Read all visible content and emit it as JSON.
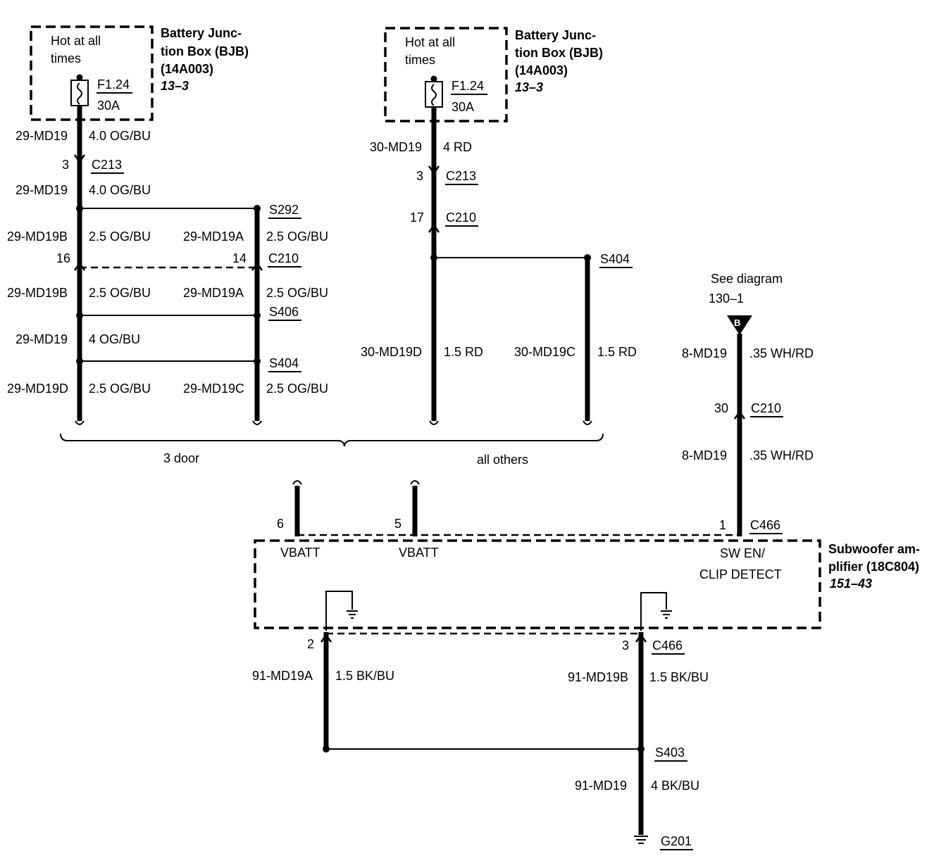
{
  "bjb_left": {
    "hot_line1": "Hot at all",
    "hot_line2": "times",
    "name_line1": "Battery Junc-",
    "name_line2": "tion Box (BJB)",
    "part": "(14A003)",
    "ref": "13–3",
    "fuse": "F1.24",
    "amps": "30A"
  },
  "bjb_right": {
    "hot_line1": "Hot at all",
    "hot_line2": "times",
    "name_line1": "Battery Junc-",
    "name_line2": "tion Box (BJB)",
    "part": "(14A003)",
    "ref": "13–3",
    "fuse": "F1.24",
    "amps": "30A"
  },
  "left_circuit": {
    "w1_id": "29-MD19",
    "w1_spec": "4.0 OG/BU",
    "c213_pin": "3",
    "c213": "C213",
    "w2_id": "29-MD19",
    "w2_spec": "4.0 OG/BU",
    "s292": "S292",
    "w3b_id": "29-MD19B",
    "w3b_spec": "2.5 OG/BU",
    "w3a_id": "29-MD19A",
    "w3a_spec": "2.5 OG/BU",
    "c210_pin_left": "16",
    "c210_pin_right": "14",
    "c210": "C210",
    "w4b_id": "29-MD19B",
    "w4b_spec": "2.5 OG/BU",
    "w4a_id": "29-MD19A",
    "w4a_spec": "2.5 OG/BU",
    "s406": "S406",
    "w5_id": "29-MD19",
    "w5_spec": "4 OG/BU",
    "s404": "S404",
    "w6d_id": "29-MD19D",
    "w6d_spec": "2.5 OG/BU",
    "w6c_id": "29-MD19C",
    "w6c_spec": "2.5 OG/BU"
  },
  "right_circuit": {
    "w1_id": "30-MD19",
    "w1_spec": "4 RD",
    "c213_pin": "3",
    "c213": "C213",
    "c210_pin": "17",
    "c210": "C210",
    "s404": "S404",
    "wd_id": "30-MD19D",
    "wd_spec": "1.5 RD",
    "wc_id": "30-MD19C",
    "wc_spec": "1.5 RD"
  },
  "variants": {
    "left": "3 door",
    "right": "all others"
  },
  "sw_enable": {
    "see_line1": "See diagram",
    "see_line2": "130–1",
    "connector_letter": "B",
    "w1_id": "8-MD19",
    "w1_spec": ".35 WH/RD",
    "c210_pin": "30",
    "c210": "C210",
    "w2_id": "8-MD19",
    "w2_spec": ".35 WH/RD"
  },
  "amplifier": {
    "pin6": "6",
    "pin5": "5",
    "pin1": "1",
    "c466": "C466",
    "vbatt1": "VBATT",
    "vbatt2": "VBATT",
    "sw_line1": "SW EN/",
    "sw_line2": "CLIP DETECT",
    "name_line1": "Subwoofer am-",
    "name_line2": "plifier (18C804)",
    "ref": "151–43"
  },
  "ground": {
    "pin2": "2",
    "pin3": "3",
    "c466": "C466",
    "wa_id": "91-MD19A",
    "wa_spec": "1.5 BK/BU",
    "wb_id": "91-MD19B",
    "wb_spec": "1.5 BK/BU",
    "s403": "S403",
    "w_id": "91-MD19",
    "w_spec": "4 BK/BU",
    "g201": "G201"
  }
}
